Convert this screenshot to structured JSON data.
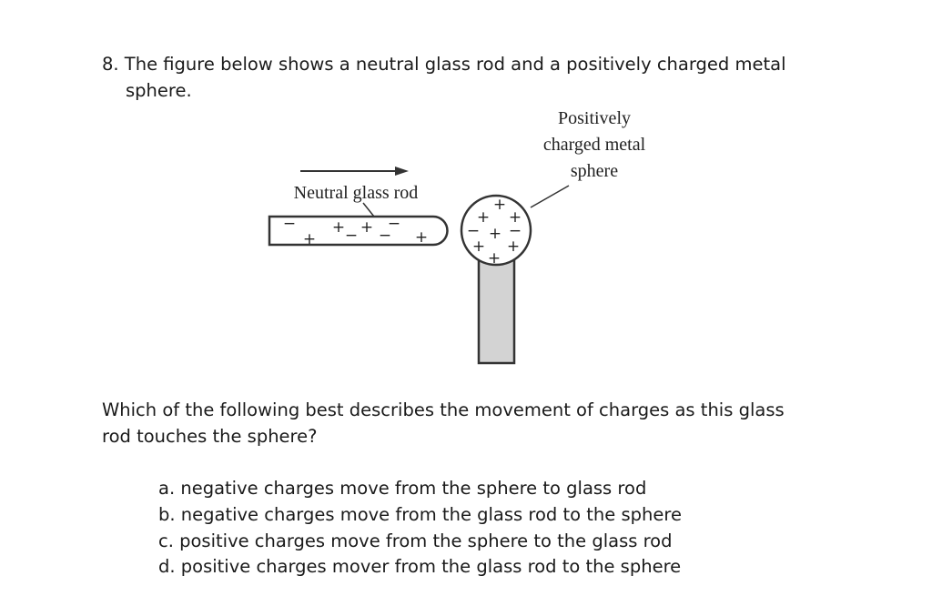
{
  "question": {
    "stem_line1": "8. The figure below shows a neutral glass rod and a positively charged metal",
    "stem_line2": "sphere.",
    "prompt_line1": "Which of the following best describes the movement of charges as this glass",
    "prompt_line2": "rod touches the sphere?"
  },
  "figure": {
    "sphere_label_line1": "Positively",
    "sphere_label_line2": "charged metal",
    "sphere_label_line3": "sphere",
    "rod_label": "Neutral glass rod",
    "plus": "+",
    "minus": "−"
  },
  "choices": [
    {
      "text": "a. negative charges move from the sphere to glass rod"
    },
    {
      "text": "b. negative charges move from the glass rod to the sphere"
    },
    {
      "text": "c. positive charges move from the sphere to the glass rod"
    },
    {
      "text": "d. positive charges mover from the glass rod to the sphere"
    }
  ]
}
